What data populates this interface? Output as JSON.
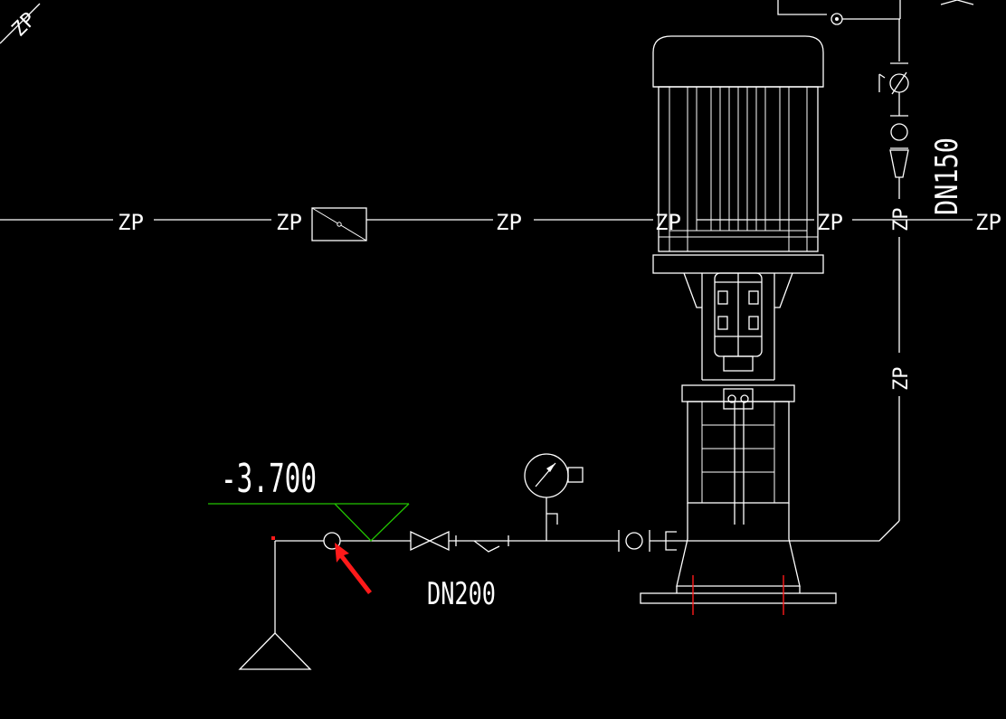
{
  "colors": {
    "background": "#000000",
    "line": "#ffffff",
    "elevation_marker": "#22c400",
    "accent_red": "#ff1a1a"
  },
  "labels": {
    "zp": "ZP",
    "dn150": "DN150",
    "dn200": "DN200",
    "elevation": "-3.700",
    "corner": "ZP"
  },
  "icons": {
    "pointer": "red-arrow-icon",
    "gauge": "pressure-gauge-icon"
  }
}
